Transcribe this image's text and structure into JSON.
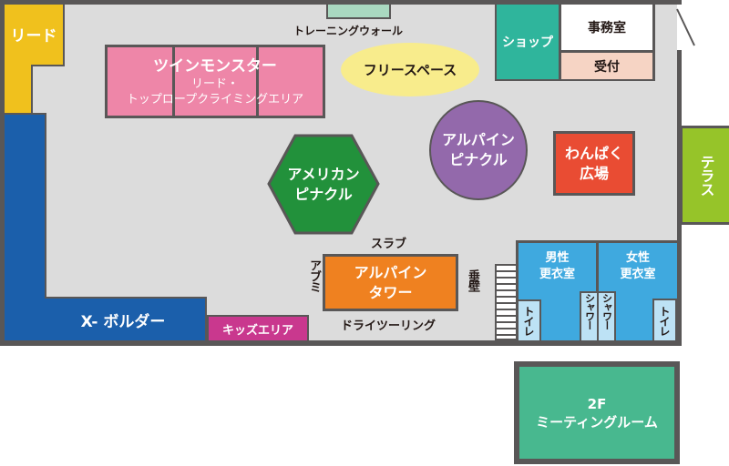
{
  "map": {
    "floor_1": {
      "lead": {
        "label": "リード",
        "color": "#f0c11d"
      },
      "x_boulder": {
        "label": "X- ボルダー",
        "color": "#1b5fab"
      },
      "kids_area": {
        "label": "キッズエリア",
        "color": "#c9388e"
      },
      "twin_monster": {
        "title": "ツインモンスター",
        "subtitle_1": "リード・",
        "subtitle_2": "トップロープクライミングエリア",
        "color": "#ee86a8"
      },
      "training_wall": {
        "label": "トレーニングウォール",
        "color": "#a9d8c0"
      },
      "free_space": {
        "label": "フリースペース",
        "color": "#f8ec8c"
      },
      "shop": {
        "label": "ショップ",
        "color": "#2fb59c"
      },
      "office": {
        "label": "事務室",
        "color": "#ffffff"
      },
      "reception": {
        "label": "受付",
        "color": "#f6d4c4"
      },
      "american_pinnacle": {
        "line_1": "アメリカン",
        "line_2": "ピナクル",
        "color": "#22913b"
      },
      "alpine_pinnacle": {
        "line_1": "アルパイン",
        "line_2": "ピナクル",
        "color": "#9369ab"
      },
      "wanpaku": {
        "line_1": "わんぱく",
        "line_2": "広場",
        "color": "#e94c33"
      },
      "alpine_tower": {
        "line_1": "アルパイン",
        "line_2": "タワー",
        "color": "#ef8120"
      },
      "tower_labels": {
        "top": "スラブ",
        "left": "アブミ",
        "right": "垂壁",
        "bottom": "ドライツーリング"
      },
      "mens_locker": {
        "line_1": "男性",
        "line_2": "更衣室",
        "color": "#3fa9df"
      },
      "womens_locker": {
        "line_1": "女性",
        "line_2": "更衣室",
        "color": "#3fa9df"
      },
      "shower_1": {
        "label": "シャワー"
      },
      "shower_2": {
        "label": "シャワー"
      },
      "toilet_1": {
        "label": "トイレ"
      },
      "toilet_2": {
        "label": "トイレ"
      }
    },
    "terrace": {
      "label": "テラス",
      "color": "#96c429"
    },
    "meeting_room": {
      "line_1": "2F",
      "line_2": "ミーティングルーム",
      "color": "#48b88f"
    }
  }
}
